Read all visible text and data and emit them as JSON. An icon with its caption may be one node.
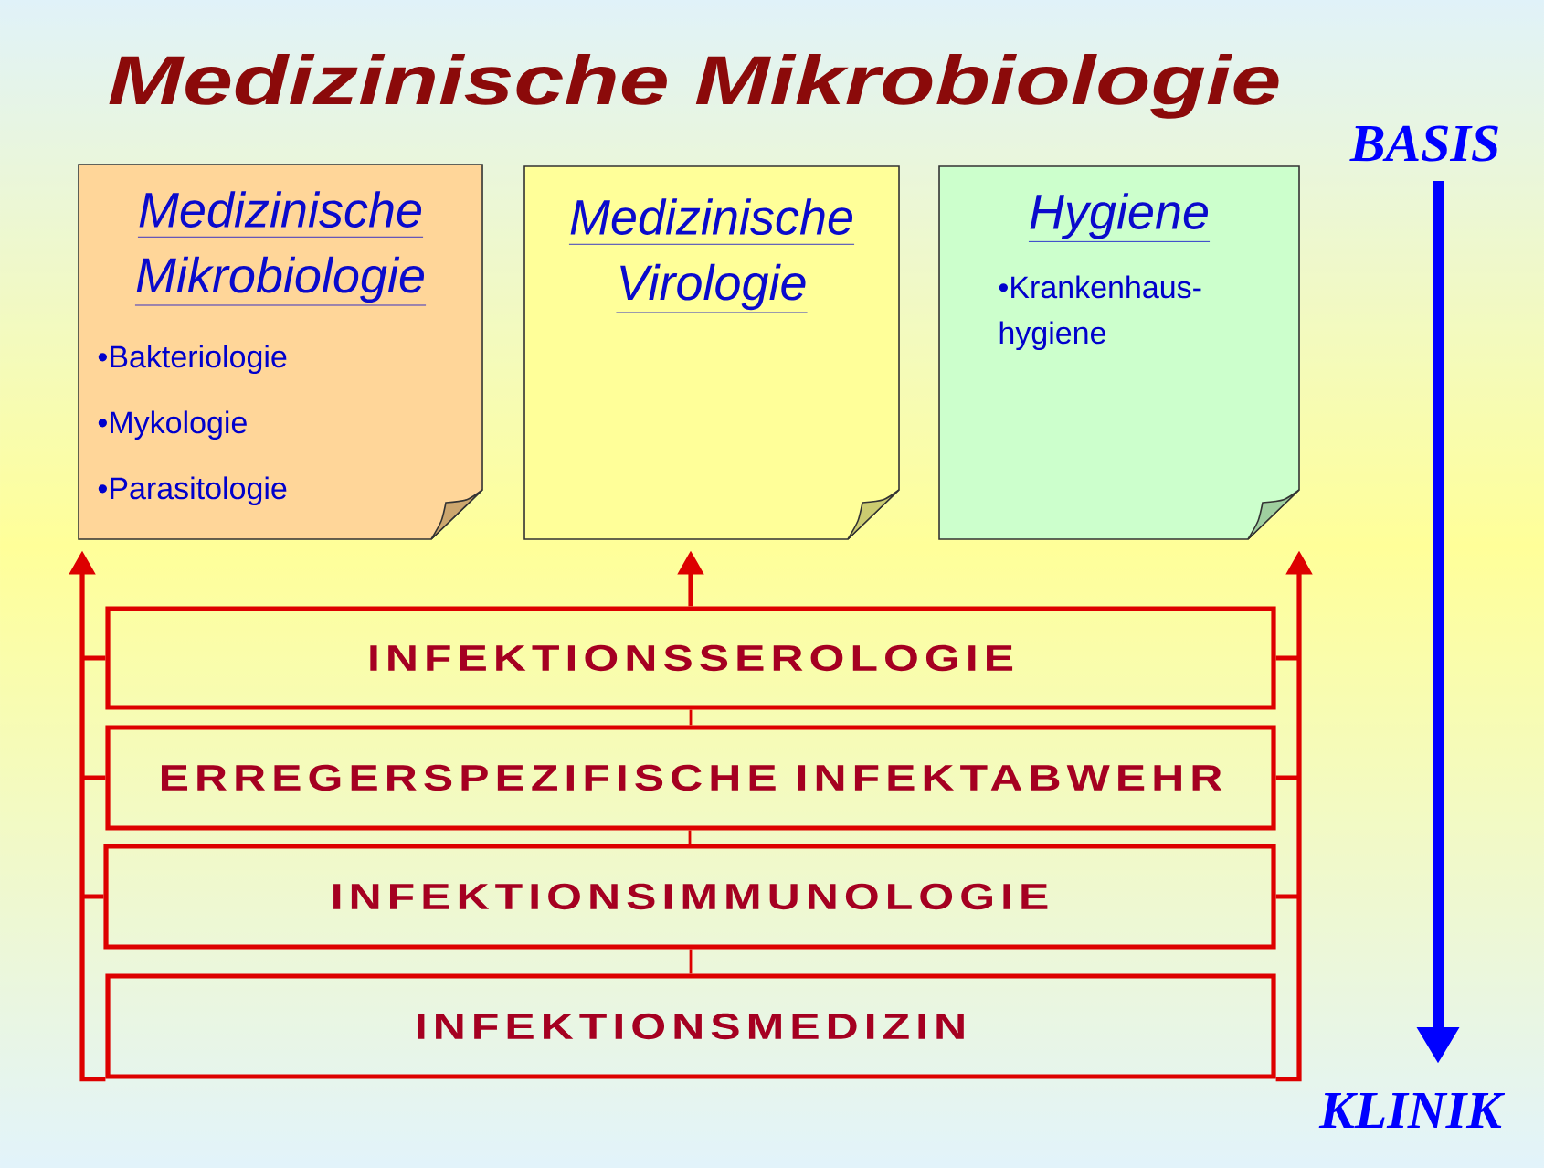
{
  "diagram": {
    "title": "Medizinische Mikrobiologie",
    "nodes": [
      {
        "text": [
          "Medizinische Mikrobiologie",
          "•Bakteriologie",
          "•Mykologie",
          "•Parasitologie"
        ]
      },
      {
        "text": [
          "Medizinische Virologie"
        ]
      },
      {
        "text": [
          "Hygiene",
          "•Krankenhaus- hygiene"
        ]
      },
      {
        "text": [
          "INFEKTIONSSEROLOGIE"
        ]
      },
      {
        "text": [
          "ERREGERSPEZIFISCHE INFEKTABWEHR"
        ]
      },
      {
        "text": [
          "INFEKTIONSIMMUNOLOGIE"
        ]
      },
      {
        "text": [
          "INFEKTIONSMEDIZIN"
        ]
      }
    ],
    "edges": [
      {
        "from": 3,
        "to": 0,
        "arrow": "to"
      },
      {
        "from": 4,
        "to": 0,
        "arrow": "to"
      },
      {
        "from": 5,
        "to": 0,
        "arrow": "to"
      },
      {
        "from": 6,
        "to": 0,
        "arrow": "to"
      },
      {
        "from": 3,
        "to": 1,
        "arrow": "to"
      },
      {
        "from": 4,
        "to": 3,
        "arrow": "none"
      },
      {
        "from": 5,
        "to": 4,
        "arrow": "none"
      },
      {
        "from": 6,
        "to": 5,
        "arrow": "none"
      },
      {
        "from": 3,
        "to": 2,
        "arrow": "to"
      },
      {
        "from": 4,
        "to": 2,
        "arrow": "to"
      },
      {
        "from": 5,
        "to": 2,
        "arrow": "to"
      },
      {
        "from": 6,
        "to": 2,
        "arrow": "to"
      }
    ],
    "labels": [
      "BASIS",
      "KLINIK"
    ]
  }
}
